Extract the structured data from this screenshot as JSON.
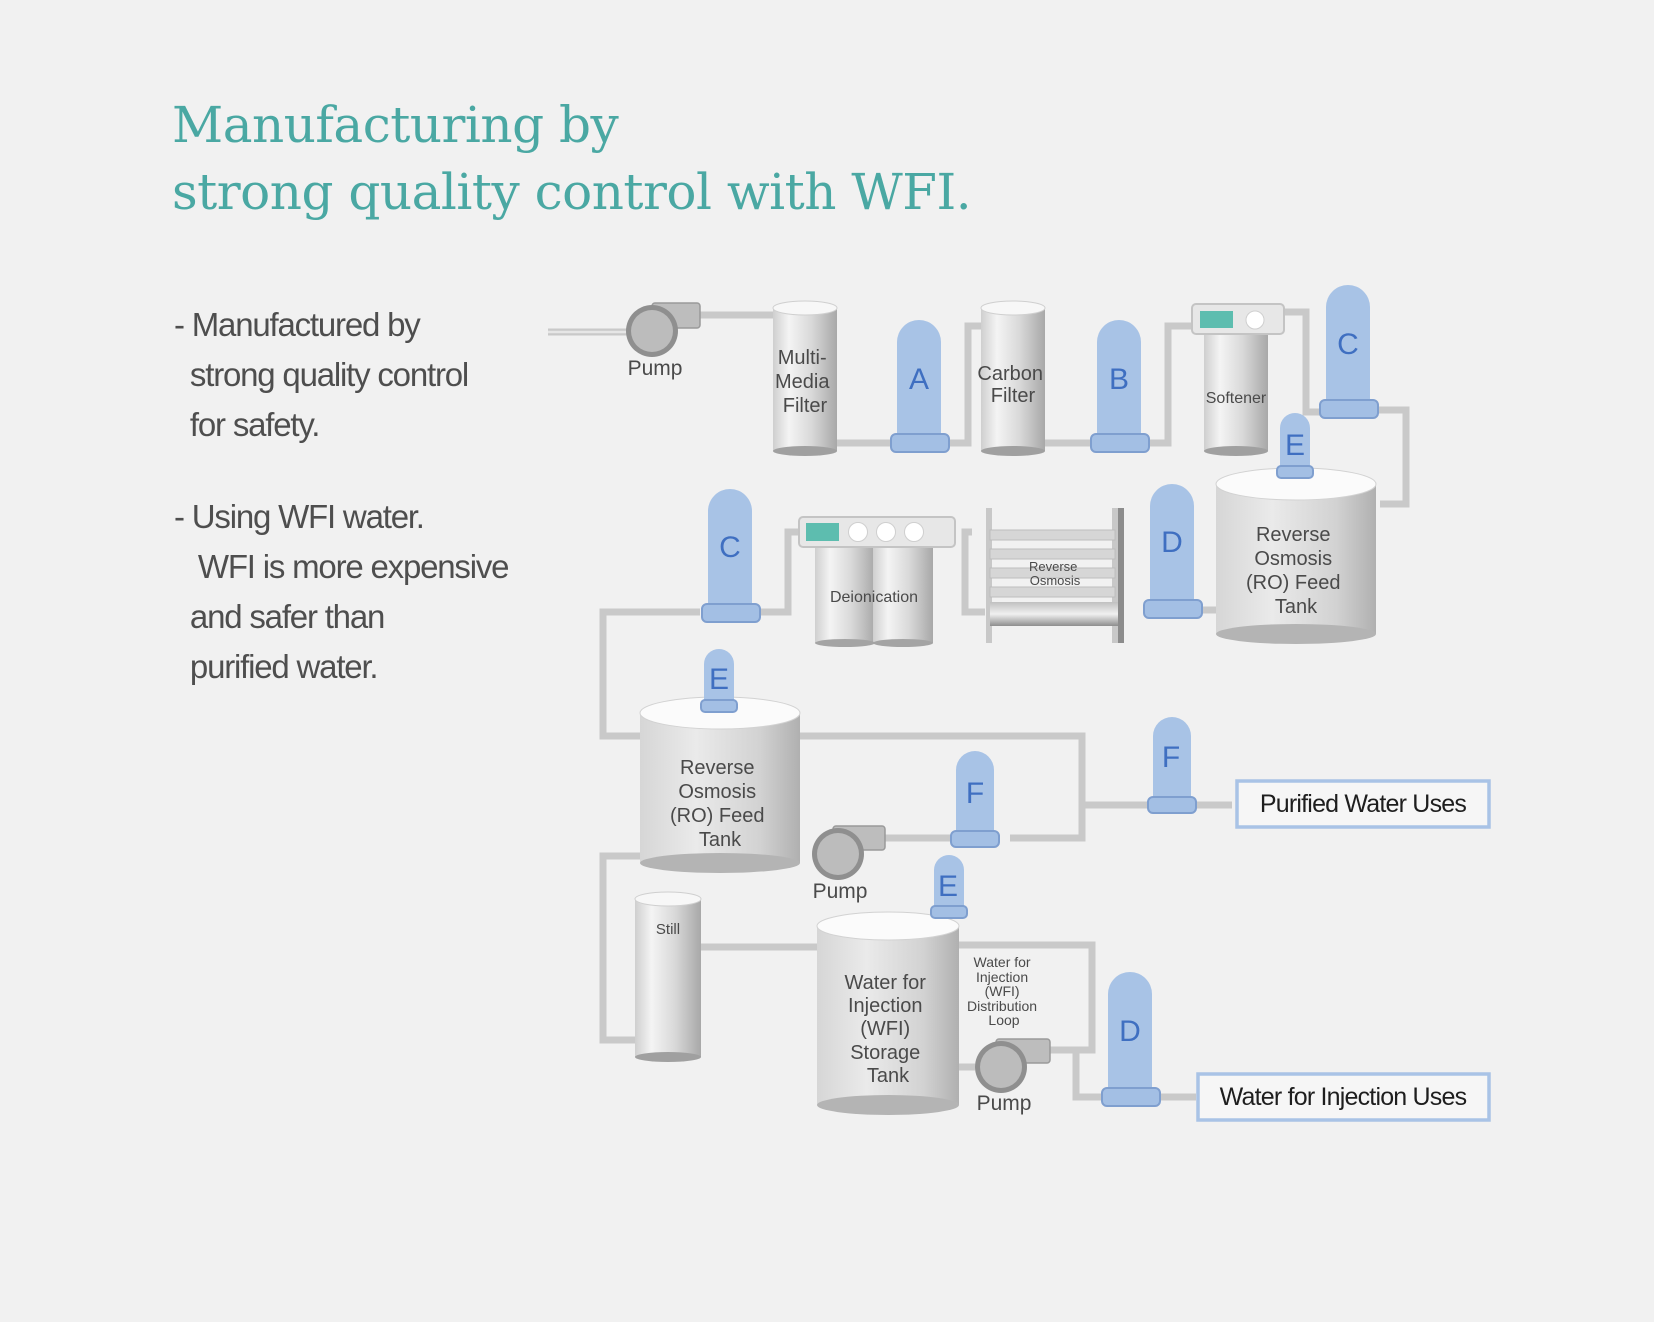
{
  "title": {
    "line1": "Manufacturing by",
    "line2": "strong quality control with WFI."
  },
  "bullets": [
    {
      "lines": [
        "- Manufactured by",
        "  strong quality control",
        "  for safety."
      ]
    },
    {
      "lines": [
        "- Using WFI water.",
        "   WFI is more expensive",
        "  and safer than",
        "  purified water."
      ]
    }
  ],
  "diagram": {
    "pump_label": "Pump",
    "multimedia_filter": [
      "Multi-",
      "Media",
      "Filter"
    ],
    "carbon_filter": [
      "Carbon",
      "Filter"
    ],
    "softener": "Softener",
    "deionization": "Deionication",
    "reverse_osmosis": [
      "Reverse",
      "Osmosis"
    ],
    "ro_feed_tank": [
      "Reverse",
      "Osmosis",
      "(RO) Feed",
      "Tank"
    ],
    "still": "Still",
    "wfi_storage_tank": [
      "Water for",
      "Injection",
      "(WFI)",
      "Storage",
      "Tank"
    ],
    "wfi_loop": [
      "Water for",
      "Injection",
      "(WFI)",
      "Distribution",
      "Loop"
    ],
    "filter_labels": {
      "a": "A",
      "b": "B",
      "c": "C",
      "d": "D",
      "e": "E",
      "f": "F"
    },
    "purified_water_uses": "Purified Water Uses",
    "wfi_uses": "Water for Injection Uses",
    "colors": {
      "title_teal": "#4aa8a3",
      "filter_blue": "#a8c3e6",
      "label_blue": "#3f6fc1",
      "display_teal": "#5dbdaf",
      "box_border": "#a9c3e6"
    }
  }
}
